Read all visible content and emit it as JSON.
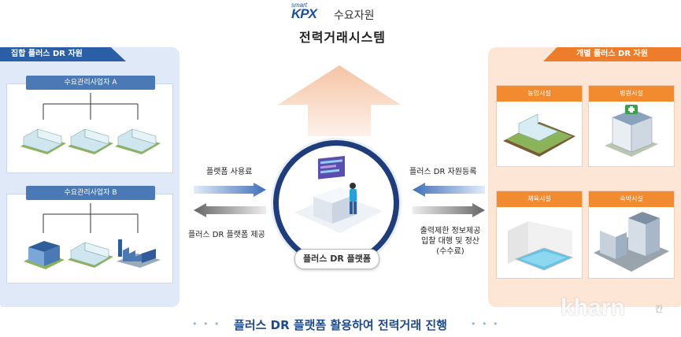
{
  "header": {
    "logo_smart": "smart",
    "logo_kpx": "KPX",
    "logo_text": "수요자원",
    "system_title": "전력거래시스템"
  },
  "left_panel": {
    "title": "집합 플러스 DR 자원",
    "group_a": {
      "label": "수요관리사업자 A",
      "icons": [
        "greenhouse-icon",
        "greenhouse-icon",
        "greenhouse-icon"
      ]
    },
    "group_b": {
      "label": "수요관리사업자 B",
      "icons": [
        "apartment-icon",
        "greenhouse-icon",
        "factory-icon"
      ]
    }
  },
  "right_panel": {
    "title": "개별 플러스 DR 자원",
    "facilities": [
      {
        "label": "농업시설",
        "icon": "farm-icon"
      },
      {
        "label": "병원시설",
        "icon": "hospital-icon"
      },
      {
        "label": "체육시설",
        "icon": "pool-icon"
      },
      {
        "label": "숙박시설",
        "icon": "hotel-icon"
      }
    ]
  },
  "flows": {
    "platform_fee": "플랫폼 사용료",
    "platform_provide": "플러스 DR 플랫폼 제공",
    "resource_register": "플러스 DR 자원등록",
    "services_line1": "출력제한 정보제공",
    "services_line2": "입찰 대행 및 정산",
    "services_line3": "(수수료)"
  },
  "center": {
    "platform_label": "플러스 DR 플랫폼"
  },
  "footer": {
    "text": "플러스 DR 플랫폼 활용하여 전력거래 진행",
    "dots": "• • •"
  },
  "watermark": {
    "text": "kharn",
    "suffix": "칸"
  },
  "colors": {
    "navy": "#1f3d7a",
    "blue": "#2a5fa8",
    "orange": "#ee7d2b"
  }
}
